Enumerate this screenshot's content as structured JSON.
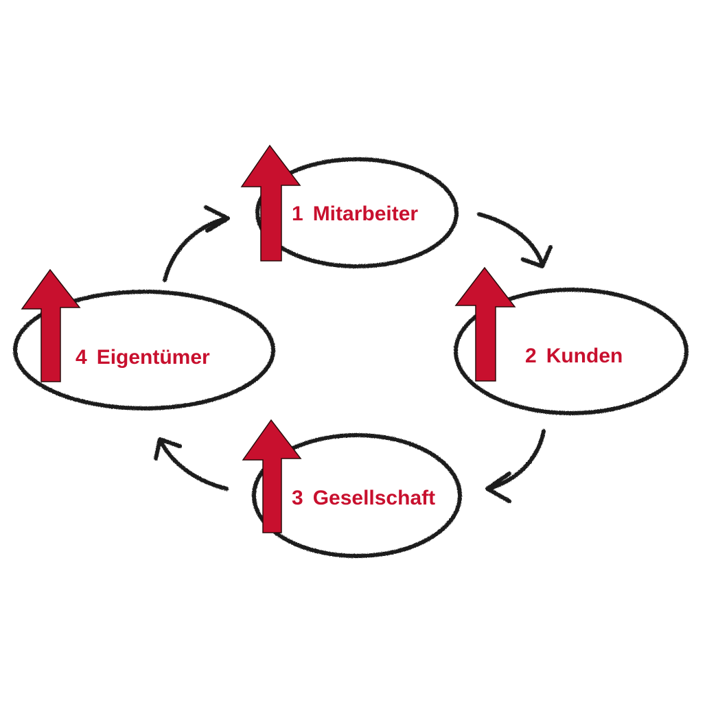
{
  "colors": {
    "accent": "#c8102e",
    "stroke": "#1e1e1e",
    "background": "#ffffff"
  },
  "nodes": [
    {
      "id": "mitarbeiter",
      "number": "1",
      "label": "Mitarbeiter",
      "icon": "up-arrow-icon"
    },
    {
      "id": "kunden",
      "number": "2",
      "label": "Kunden",
      "icon": "up-arrow-icon"
    },
    {
      "id": "gesellschaft",
      "number": "3",
      "label": "Gesellschaft",
      "icon": "up-arrow-icon"
    },
    {
      "id": "eigentuemer",
      "number": "4",
      "label": "Eigentümer",
      "icon": "up-arrow-icon"
    }
  ],
  "cycle": {
    "direction": "clockwise",
    "connectors": [
      {
        "from": "mitarbeiter",
        "to": "kunden",
        "icon": "curved-arrow-icon"
      },
      {
        "from": "kunden",
        "to": "gesellschaft",
        "icon": "curved-arrow-icon"
      },
      {
        "from": "gesellschaft",
        "to": "eigentuemer",
        "icon": "curved-arrow-icon"
      },
      {
        "from": "eigentuemer",
        "to": "mitarbeiter",
        "icon": "curved-arrow-icon"
      }
    ]
  }
}
